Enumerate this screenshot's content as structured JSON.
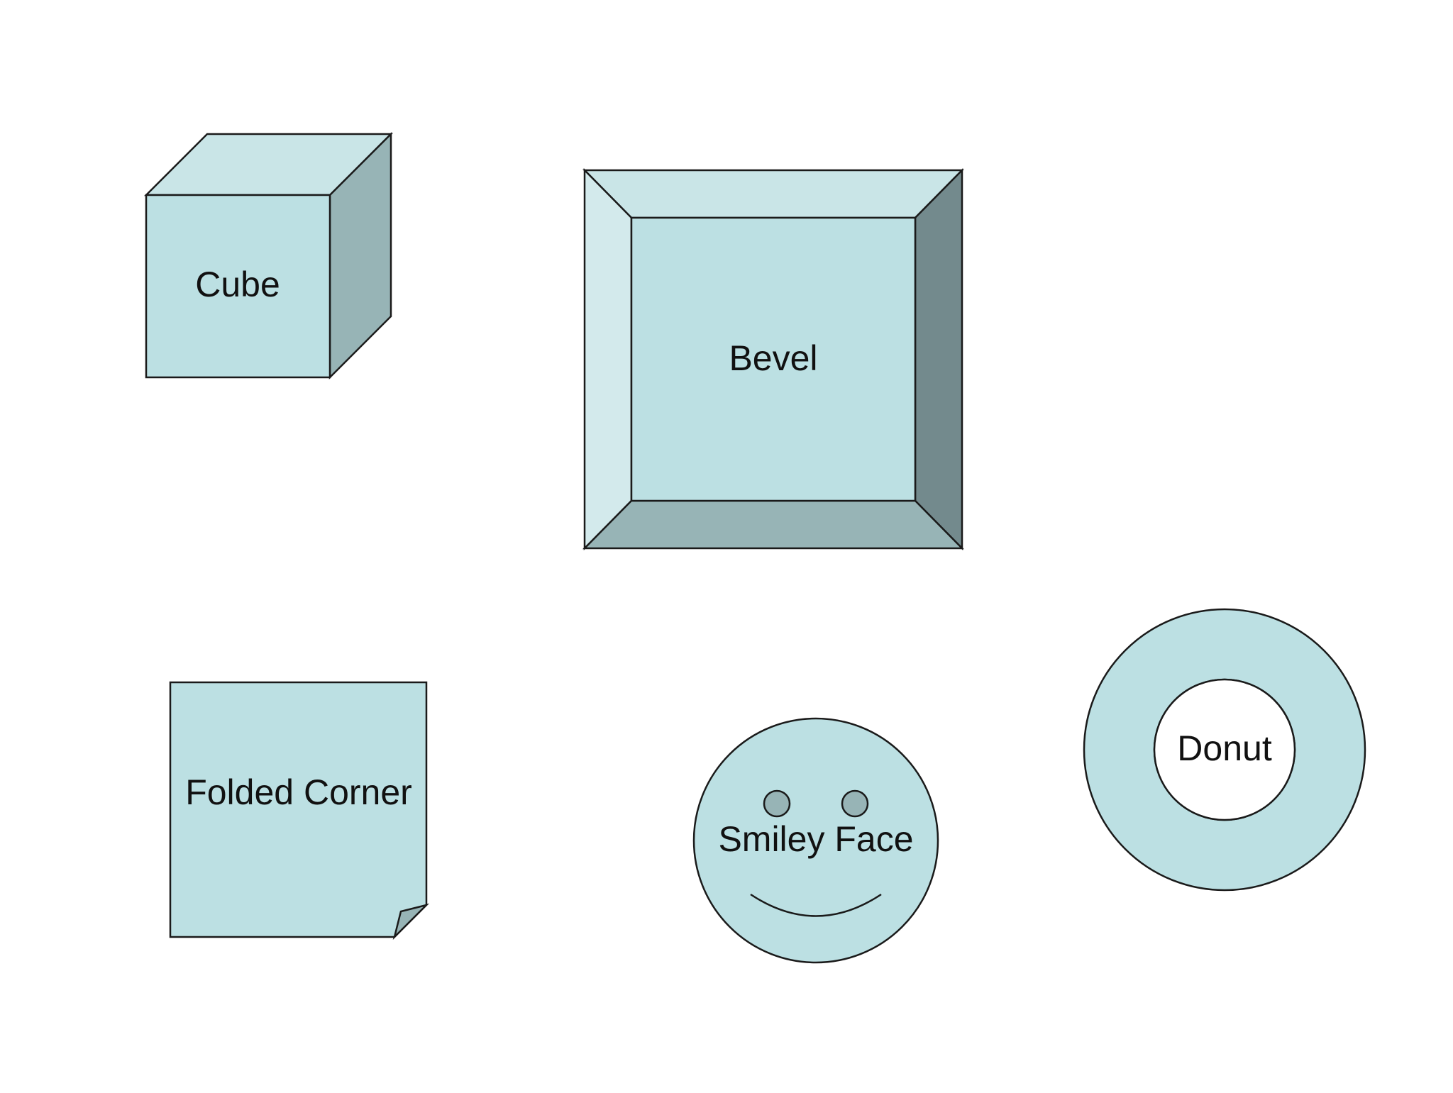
{
  "colors": {
    "face": "#bce0e3",
    "light": "#c9e5e7",
    "lighter": "#d3eaec",
    "mid": "#97b4b6",
    "dark": "#738a8d",
    "background": "#ffffff",
    "outline": "#1a1a1a"
  },
  "shapes": {
    "cube": {
      "label": "Cube"
    },
    "bevel": {
      "label": "Bevel"
    },
    "folded_corner": {
      "label": "Folded Corner"
    },
    "smiley_face": {
      "label": "Smiley Face"
    },
    "donut": {
      "label": "Donut"
    }
  }
}
